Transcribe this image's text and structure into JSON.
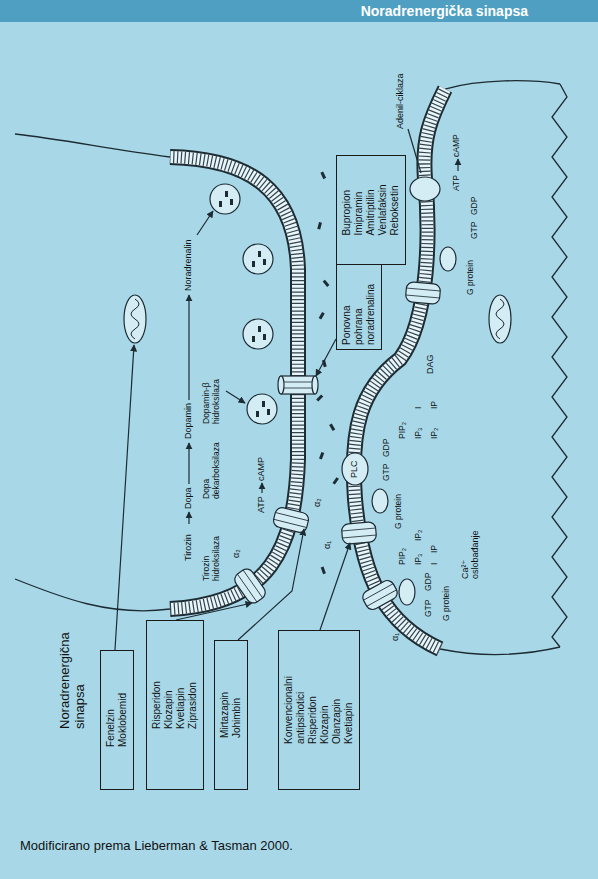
{
  "diagram": {
    "title": "Noradrenergička sinapsa",
    "caption": "Modificirano prema Lieberman & Tasman 2000.",
    "nodes": [
      {
        "text": [
          "Bupropion Imipramin Amitriptilin Venlafaksin Reboksetin"
        ]
      },
      {
        "text": [
          "Ponovna pohrana noradrenalina"
        ]
      },
      {
        "text": [
          "Fenelzin Moklobemid"
        ]
      },
      {
        "text": [
          "Risperidon Klozapin Kvetiapin Ziprasidon"
        ]
      },
      {
        "text": [
          "Mirtazapin Johimbin"
        ]
      },
      {
        "text": [
          "Konvencionalni antipsihotici Risperidon Klozapin Olanzapin Kvetiapin"
        ]
      }
    ],
    "labels": [
      "Noradrenergična sinapsa",
      "Tirozin",
      "Tirozin hidroksilaza",
      "Dopa",
      "Dopa dekarboksilaza",
      "Dopamin",
      "Dopamin-β hidroksilaza",
      "Noradrenalin",
      "ATP",
      "cAMP",
      "α₂",
      "α₂",
      "α₁",
      "α₁",
      "GTP",
      "GDP",
      "G protein",
      "PIP₂",
      "IP₃",
      "IP₂",
      "I",
      "IP",
      "Ca²⁺ oslobađanje",
      "G protein",
      "PLC",
      "GTP",
      "GDP",
      "PIP₂",
      "IP₃",
      "I",
      "IP₂",
      "IP",
      "DAG",
      "G protein",
      "GTP",
      "GDP",
      "ATP",
      "cAMP",
      "Adenil-ciklaza"
    ]
  }
}
